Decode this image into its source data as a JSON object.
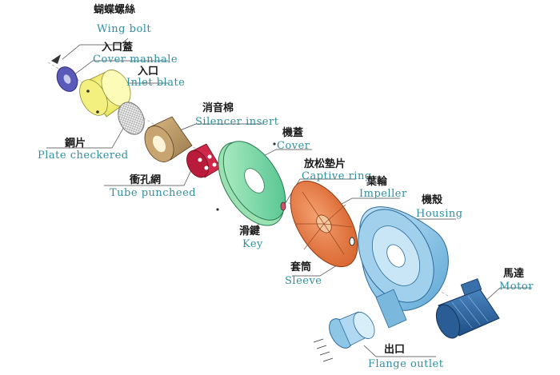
{
  "accent_color": "#2f8f9d",
  "parts": {
    "wing_bolt": {
      "zh": "蝴蝶螺絲",
      "en": "Wing  bolt"
    },
    "cover_manhole": {
      "zh": "入口蓋",
      "en": "Cover  manhale"
    },
    "inlet_blate": {
      "zh": "入口",
      "en": "Inlet blate"
    },
    "plate_checkered": {
      "zh": "鋼片",
      "en": "Plate checkered"
    },
    "silencer_insert": {
      "zh": "消音棉",
      "en": "Silencer insert"
    },
    "tube_puncheed": {
      "zh": "衝孔網",
      "en": "Tube puncheed"
    },
    "cover": {
      "zh": "機蓋",
      "en": "Cover"
    },
    "captive_ring": {
      "zh": "放松墊片",
      "en": "Captive ring"
    },
    "impeller": {
      "zh": "葉輪",
      "en": "Impeller"
    },
    "housing": {
      "zh": "機殼",
      "en": "Housing"
    },
    "key": {
      "zh": "滑鍵",
      "en": "Key"
    },
    "sleeve": {
      "zh": "套筒",
      "en": "Sleeve"
    },
    "motor": {
      "zh": "馬達",
      "en": "Motor"
    },
    "flange_outlet": {
      "zh": "出口",
      "en": "Flange outlet"
    }
  }
}
